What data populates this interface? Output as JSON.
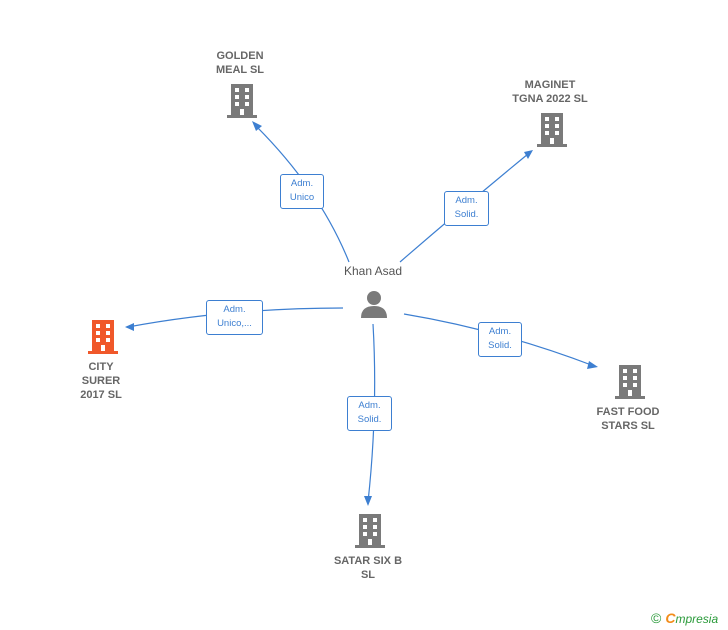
{
  "center": {
    "name": "Khan Asad",
    "icon": "person-icon"
  },
  "companies": [
    {
      "id": "golden",
      "name": "GOLDEN\nMEAL  SL",
      "icon": "building-icon",
      "color": "#7a7a7a"
    },
    {
      "id": "maginet",
      "name": "MAGINET\nTGNA 2022  SL",
      "icon": "building-icon",
      "color": "#7a7a7a"
    },
    {
      "id": "city",
      "name": "CITY\nSURER\n2017  SL",
      "icon": "building-icon",
      "color": "#f0582a"
    },
    {
      "id": "fastfood",
      "name": "FAST FOOD\nSTARS  SL",
      "icon": "building-icon",
      "color": "#7a7a7a"
    },
    {
      "id": "satar",
      "name": "SATAR SIX B\nSL",
      "icon": "building-icon",
      "color": "#7a7a7a"
    }
  ],
  "relations": [
    {
      "to": "golden",
      "label": "Adm.\nUnico"
    },
    {
      "to": "maginet",
      "label": "Adm.\nSolid."
    },
    {
      "to": "city",
      "label": "Adm.\nUnico,..."
    },
    {
      "to": "fastfood",
      "label": "Adm.\nSolid."
    },
    {
      "to": "satar",
      "label": "Adm.\nSolid."
    }
  ],
  "footer": {
    "copyright": "©",
    "brand_initial": "C",
    "brand_rest": "mpresia"
  },
  "colors": {
    "edge": "#3d7fd1",
    "building": "#7a7a7a",
    "highlight": "#f0582a",
    "person": "#7a7a7a"
  }
}
